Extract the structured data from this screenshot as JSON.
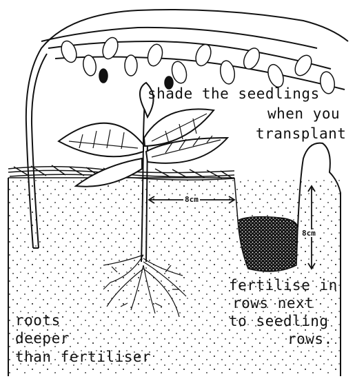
{
  "labels": {
    "shade_line1": "shade the seedlings",
    "shade_line2": "when you",
    "shade_line3": "transplant",
    "spacing_horizontal": "8cm",
    "depth_vertical": "8cm",
    "fert_line1": "fertilise in",
    "fert_line2": "rows next",
    "fert_line3": "to seedling",
    "fert_line4": "rows.",
    "roots_line1": "roots",
    "roots_line2": "deeper",
    "roots_line3": "than fertiliser"
  },
  "colors": {
    "ink": "#111111",
    "paper": "#ffffff"
  }
}
